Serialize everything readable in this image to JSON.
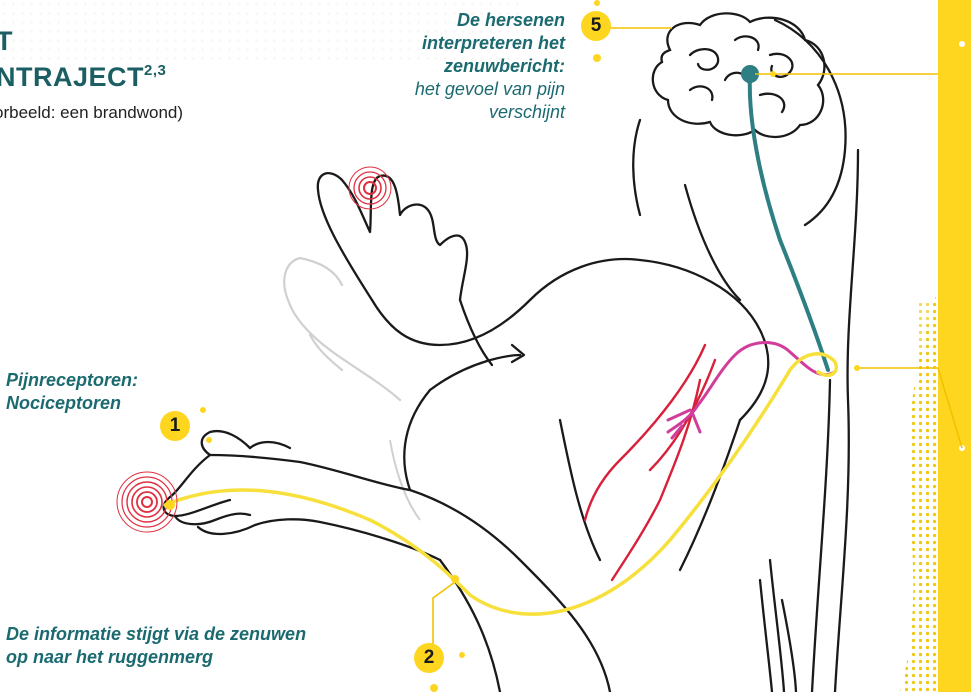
{
  "title": {
    "line1": "T",
    "line2_main": "NTRAJECT",
    "line2_sup": "2,3",
    "subtitle": "orbeeld: een brandwond)"
  },
  "steps": [
    {
      "number": "1",
      "bold_text": "Pijnreceptoren:\nNociceptoren",
      "normal_text": ""
    },
    {
      "number": "2",
      "bold_text": "De informatie stijgt via de zenuwen\nop naar het ruggenmerg",
      "normal_text": ""
    },
    {
      "number": "5",
      "bold_text": "De hersenen\ninterpreteren het\nzenuwbericht:",
      "normal_text": "het gevoel van pijn\nverschijnt"
    }
  ],
  "colors": {
    "accent_yellow": "#ffd61f",
    "nerve_yellow": "#f7e03c",
    "teal": "#1b6a70",
    "spine_teal": "#2e7f84",
    "burn_red": "#e03040",
    "vessel_red": "#d8203a",
    "nerve_pink": "#d13d9b",
    "outline": "#1a1a1a",
    "ghost_outline": "#d0d0d0"
  }
}
